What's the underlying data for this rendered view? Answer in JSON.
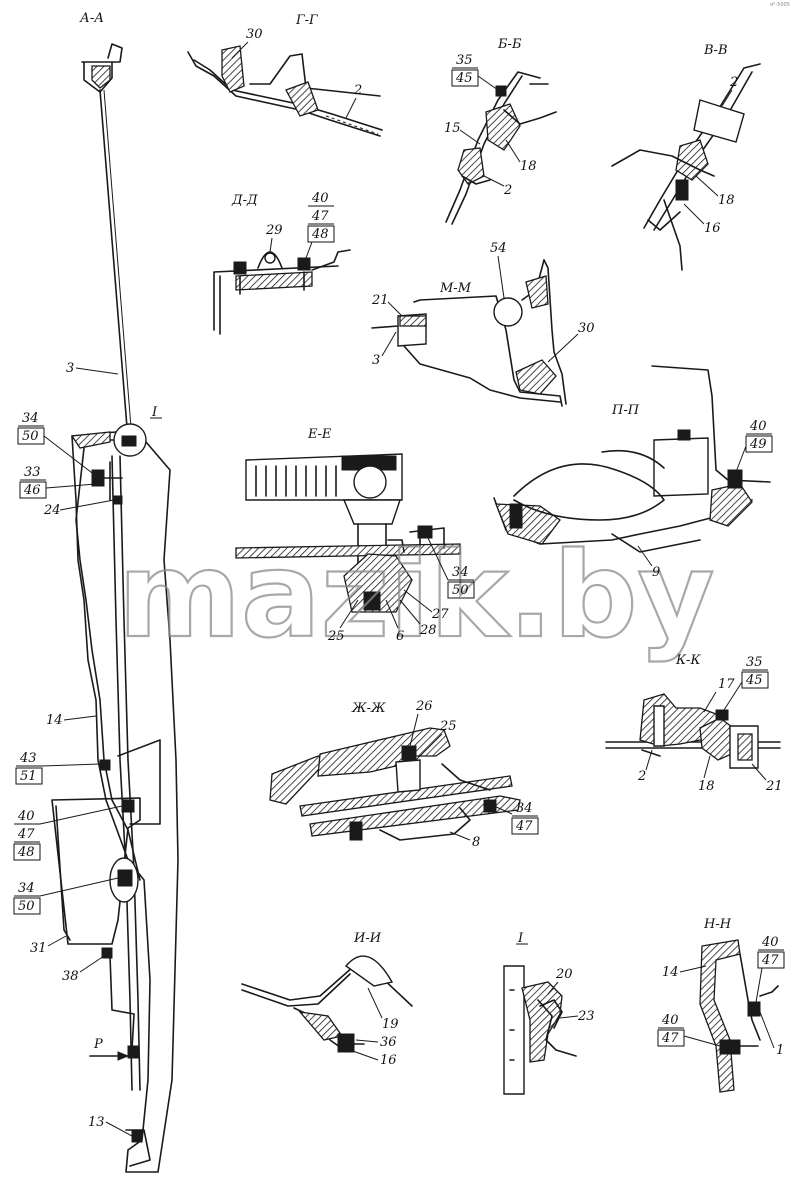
{
  "watermark": "mazik.by",
  "corner_mark": "я°-5005",
  "sections": {
    "AA": "А-А",
    "GG": "Г-Г",
    "BB": "Б-Б",
    "VV": "В-В",
    "DD": "Д-Д",
    "MM": "М-М",
    "EE": "Е-Е",
    "PP": "П-П",
    "KK": "К-К",
    "ZhZh": "Ж-Ж",
    "II": "И-И",
    "detail_I": "I",
    "NN": "Н-Н",
    "view_P": "Р"
  },
  "labels": {
    "p30a": "30",
    "p2a": "2",
    "p35a": "35",
    "p45a": "45",
    "p15": "15",
    "p18a": "18",
    "p2b": "2",
    "p2c": "2",
    "p18b": "18",
    "p16a": "16",
    "p29": "29",
    "p40a": "40",
    "p47a": "47",
    "p48a": "48",
    "p54": "54",
    "p21a": "21",
    "p3a": "3",
    "p30b": "30",
    "p3b": "3",
    "p1detail": "I",
    "p34a": "34",
    "p50a": "50",
    "p33": "33",
    "p46": "46",
    "p24": "24",
    "p34b": "34",
    "p50b": "50",
    "p25a": "25",
    "p6": "6",
    "p27": "27",
    "p28": "28",
    "p40b": "40",
    "p49": "49",
    "p9": "9",
    "p35b": "35",
    "p45b": "45",
    "p17": "17",
    "p2d": "2",
    "p18c": "18",
    "p21b": "21",
    "p14a": "14",
    "p43": "43",
    "p51": "51",
    "p40c": "40",
    "p47b": "47",
    "p48b": "48",
    "p34c": "34",
    "p50c": "50",
    "p31": "31",
    "p38": "38",
    "p13": "13",
    "p26": "26",
    "p25b": "25",
    "p34d": "34",
    "p47c": "47",
    "p8": "8",
    "p19": "19",
    "p36": "36",
    "p16b": "16",
    "p20": "20",
    "p23": "23",
    "p40d": "40",
    "p47d": "47",
    "p14b": "14",
    "p40e": "40",
    "p47e": "47",
    "p1": "1"
  }
}
